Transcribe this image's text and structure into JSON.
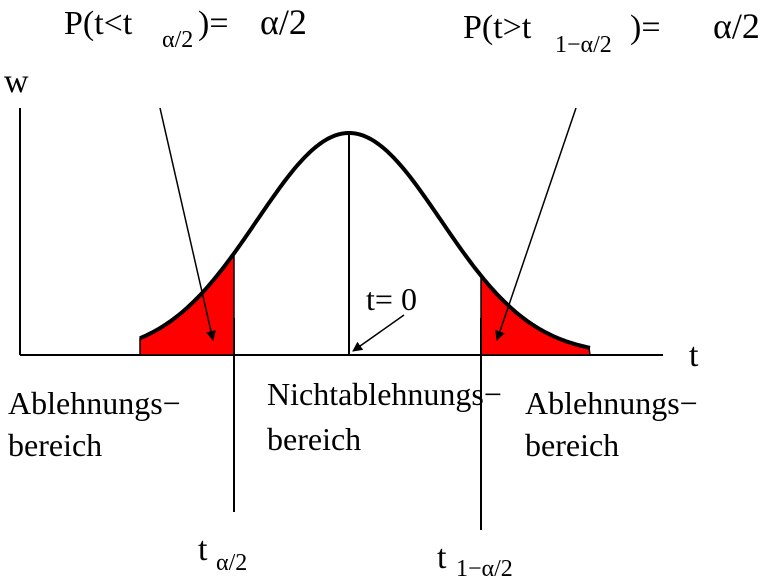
{
  "axes": {
    "y_label": "w",
    "x_label": "t"
  },
  "formulas": {
    "left": {
      "lhs": "P(t<t",
      "sub": "α/2",
      "close": ")=",
      "rhs": "α/2"
    },
    "right": {
      "lhs": "P(t>t",
      "sub": "1−α/2",
      "close": ")=",
      "rhs": "α/2"
    }
  },
  "regions": {
    "left_rejection": {
      "line1": "Ablehnungs−",
      "line2": "bereich"
    },
    "acceptance": {
      "line1": "Nichtablehnungs−",
      "line2": "bereich"
    },
    "right_rejection": {
      "line1": "Ablehnungs−",
      "line2": "bereich"
    }
  },
  "center_label": "t= 0",
  "critical_values": {
    "left": {
      "base": "t",
      "sub": "α/2"
    },
    "right": {
      "base": "t",
      "sub": "1−α/2"
    }
  },
  "colors": {
    "tail_fill": "#ff0000",
    "curve": "#000000"
  }
}
